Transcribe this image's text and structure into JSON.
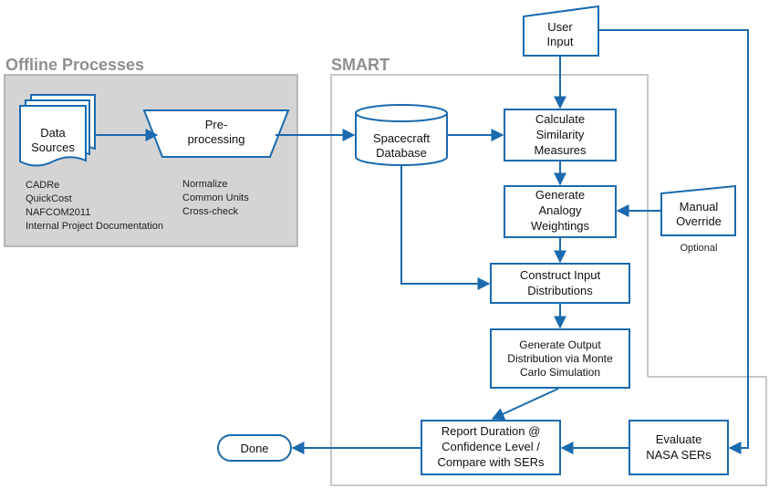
{
  "sections": {
    "offline_title": "Offline Processes",
    "smart_title": "SMART"
  },
  "nodes": {
    "data_sources": [
      "Data",
      "Sources"
    ],
    "preprocessing": [
      "Pre-",
      "processing"
    ],
    "spacecraft_db": [
      "Spacecraft",
      "Database"
    ],
    "user_input": [
      "User",
      "Input"
    ],
    "calc_similarity": [
      "Calculate",
      "Similarity",
      "Measures"
    ],
    "gen_weightings": [
      "Generate",
      "Analogy",
      "Weightings"
    ],
    "manual_override": [
      "Manual",
      "Override"
    ],
    "construct_inputs": [
      "Construct Input",
      "Distributions"
    ],
    "gen_output": [
      "Generate Output",
      "Distribution via Monte",
      "Carlo Simulation"
    ],
    "evaluate_sers": [
      "Evaluate",
      "NASA SERs"
    ],
    "report": [
      "Report Duration @",
      "Confidence Level /",
      "Compare with SERs"
    ],
    "done": "Done"
  },
  "notes": {
    "sources": [
      "CADRe",
      "QuickCost",
      "NAFCOM2011",
      "Internal Project Documentation"
    ],
    "preprocessing_steps": [
      "Normalize",
      "Common Units",
      "Cross-check"
    ],
    "override_note": "Optional"
  },
  "colors": {
    "stroke": "#1a6aad",
    "offline_fill": "#d4d4d4",
    "offline_border": "#a6a6a6",
    "smart_border": "#c8c8c8",
    "section_title": "#8f8f8f"
  }
}
